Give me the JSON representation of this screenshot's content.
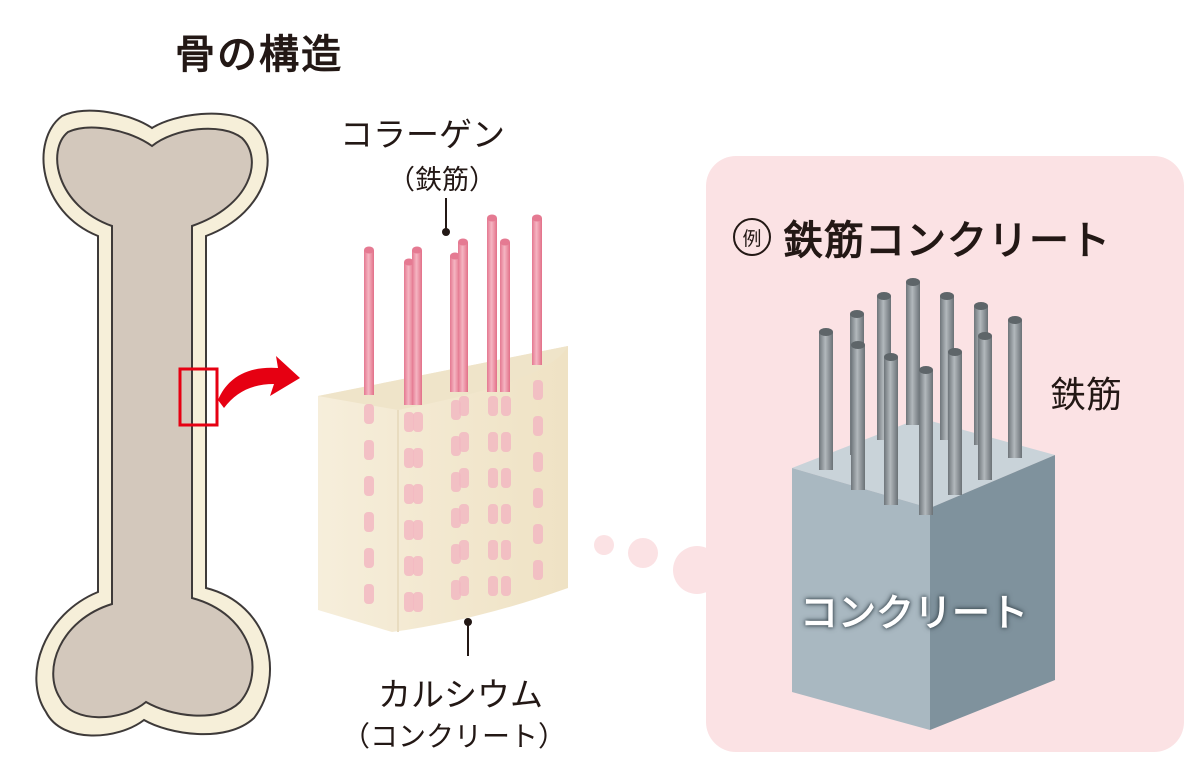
{
  "title": "骨の構造",
  "labels": {
    "collagen": "コラーゲン",
    "collagen_sub": "（鉄筋）",
    "calcium": "カルシウム",
    "calcium_sub": "（コンクリート）"
  },
  "example": {
    "badge": "例",
    "title": "鉄筋コンクリート",
    "rebar_label": "鉄筋",
    "concrete_label": "コンクリート"
  },
  "colors": {
    "bone_fill": "#d3c8bc",
    "bone_edge": "#f6efd9",
    "highlight": "#e60012",
    "panel": "#fbe2e4",
    "collagen": "#ec8a9d",
    "calcium": "#f5ebd2",
    "concrete_top": "#c9d3d9",
    "concrete_left": "#a9b8c1",
    "concrete_right": "#7f929d",
    "rebar": "#8d9499"
  }
}
